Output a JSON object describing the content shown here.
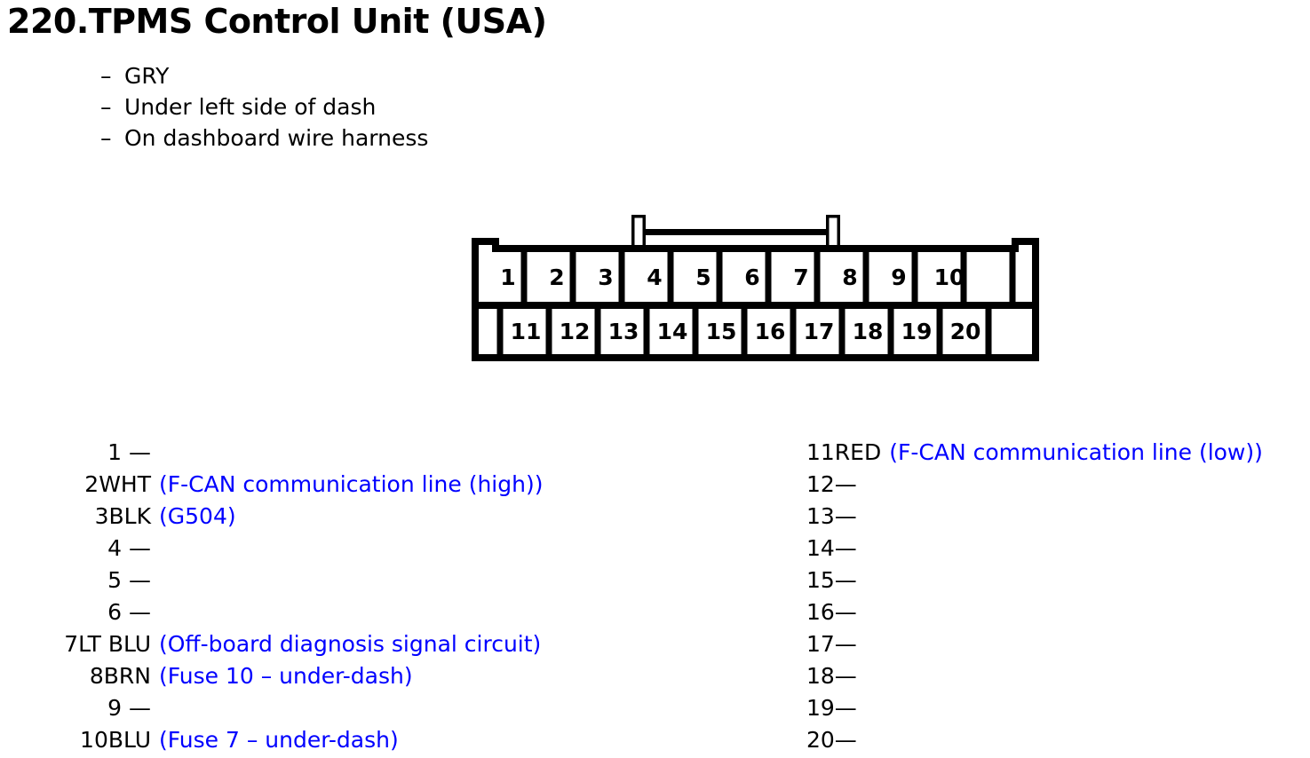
{
  "title": "220.TPMS Control Unit (USA)",
  "notes": {
    "dash": "–",
    "items": [
      "GRY",
      "Under left side of dash",
      "On dashboard wire harness"
    ]
  },
  "connector": {
    "name": "20-pin-connector-diagram",
    "top_row_pins": [
      "1",
      "2",
      "3",
      "4",
      "5",
      "6",
      "7",
      "8",
      "9",
      "10"
    ],
    "bottom_row_pins": [
      "11",
      "12",
      "13",
      "14",
      "15",
      "16",
      "17",
      "18",
      "19",
      "20"
    ],
    "latch_label": "latch-tab"
  },
  "pins": {
    "left": [
      {
        "key": "1 —",
        "desc": ""
      },
      {
        "key": "2WHT",
        "desc": "(F-CAN communication line (high))"
      },
      {
        "key": "3BLK",
        "desc": "(G504)"
      },
      {
        "key": "4 —",
        "desc": ""
      },
      {
        "key": "5 —",
        "desc": ""
      },
      {
        "key": "6 —",
        "desc": ""
      },
      {
        "key": "7LT BLU",
        "desc": "(Off-board diagnosis signal circuit)"
      },
      {
        "key": "8BRN",
        "desc": "(Fuse 10 – under-dash)"
      },
      {
        "key": "9 —",
        "desc": ""
      },
      {
        "key": "10BLU",
        "desc": "(Fuse 7 – under-dash)"
      }
    ],
    "right": [
      {
        "key": "11RED",
        "desc": "(F-CAN communication line (low))"
      },
      {
        "key": "12—",
        "desc": ""
      },
      {
        "key": "13—",
        "desc": ""
      },
      {
        "key": "14—",
        "desc": ""
      },
      {
        "key": "15—",
        "desc": ""
      },
      {
        "key": "16—",
        "desc": ""
      },
      {
        "key": "17—",
        "desc": ""
      },
      {
        "key": "18—",
        "desc": ""
      },
      {
        "key": "19—",
        "desc": ""
      },
      {
        "key": "20—",
        "desc": ""
      }
    ]
  },
  "colors": {
    "text": "#000000",
    "description": "#0000ff",
    "outline": "#000000",
    "background": "#ffffff"
  }
}
